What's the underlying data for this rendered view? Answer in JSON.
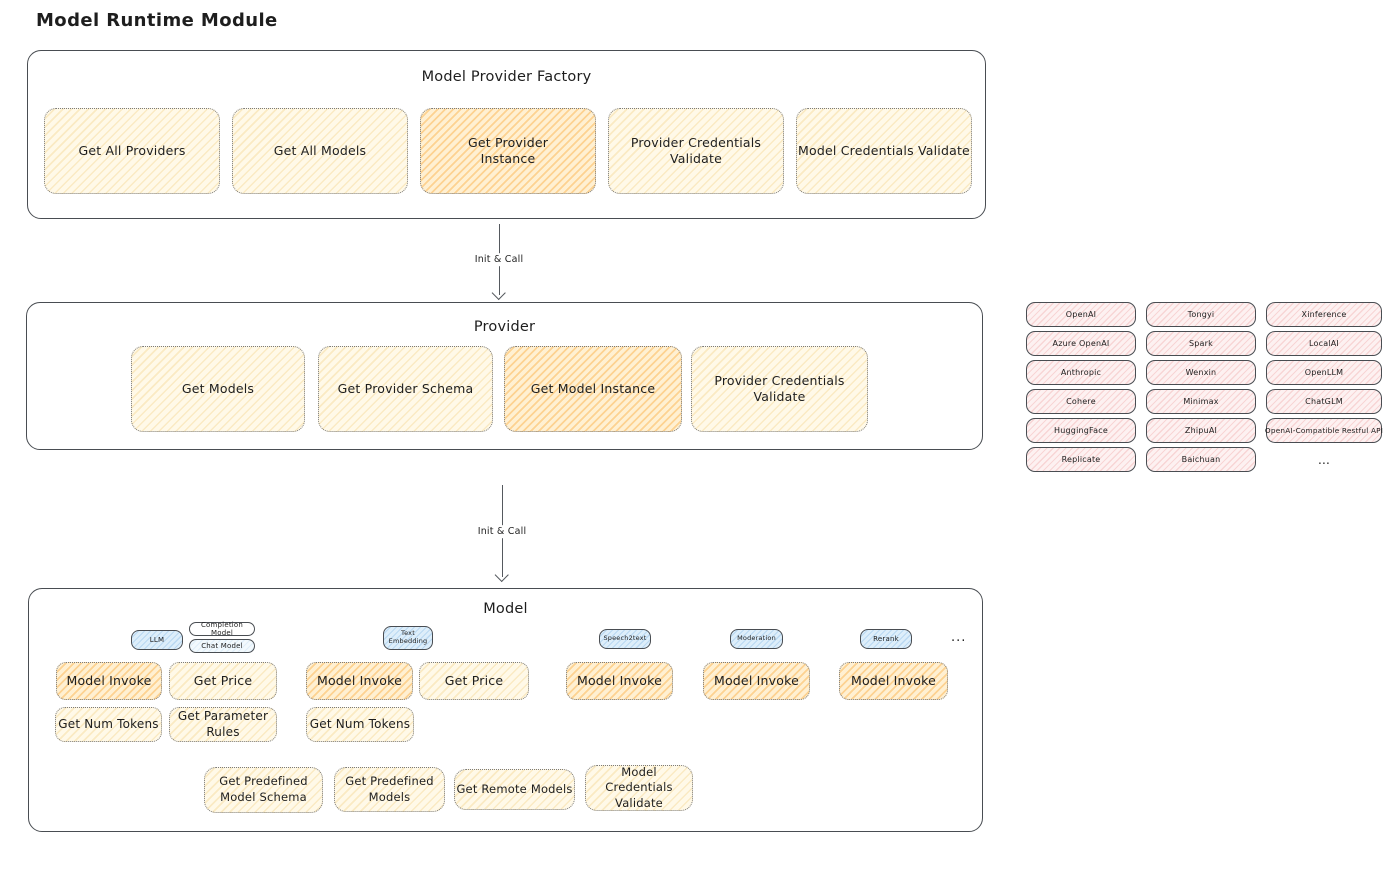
{
  "title": "Model Runtime Module",
  "colors": {
    "yellow_box": "#fff9e8",
    "yellow_hatch": "#f0c86e",
    "orange_box": "#fff0d2",
    "orange_hatch": "#faaa37",
    "pink_box": "#fdf1f1",
    "pink_hatch": "#eb8c8c",
    "blue_tag": "#ddeefa",
    "blue_hatch": "#78afe1",
    "outline": "#494d52",
    "text": "#1e1e1e"
  },
  "factory": {
    "title": "Model Provider Factory",
    "boxes": [
      {
        "label": "Get All Providers"
      },
      {
        "label": "Get All Models"
      },
      {
        "label": "Get Provider Instance"
      },
      {
        "label": "Provider Credentials Validate"
      },
      {
        "label": "Model Credentials Validate"
      }
    ]
  },
  "arrows": [
    {
      "label": "Init & Call"
    },
    {
      "label": "Init & Call"
    }
  ],
  "provider": {
    "title": "Provider",
    "boxes": [
      {
        "label": "Get Models"
      },
      {
        "label": "Get Provider Schema"
      },
      {
        "label": "Get Model Instance"
      },
      {
        "label": "Provider Credentials Validate"
      }
    ]
  },
  "providers": {
    "items": [
      "OpenAI",
      "Tongyi",
      "Xinference",
      "Azure OpenAI",
      "Spark",
      "LocalAI",
      "Anthropic",
      "Wenxin",
      "OpenLLM",
      "Cohere",
      "Minimax",
      "ChatGLM",
      "HuggingFace",
      "ZhipuAI",
      "OpenAI-Compatible Restful API",
      "Replicate",
      "Baichuan"
    ],
    "more": "..."
  },
  "model": {
    "title": "Model",
    "tags": {
      "llm": "LLM",
      "completion_model": "Completion Model",
      "chat_model": "Chat Model",
      "text_embedding": "Text Embedding",
      "speech2text": "Speech2text",
      "moderation": "Moderation",
      "rerank": "Rerank",
      "more": "..."
    },
    "ops": {
      "model_invoke": "Model Invoke",
      "get_price": "Get Price",
      "get_num_tokens": "Get Num Tokens",
      "get_parameter_rules": "Get Parameter Rules",
      "get_predefined_model_schema": "Get Predefined Model Schema",
      "get_predefined_models": "Get Predefined Models",
      "get_remote_models": "Get Remote Models",
      "model_credentials_validate": "Model Credentials Validate"
    }
  }
}
